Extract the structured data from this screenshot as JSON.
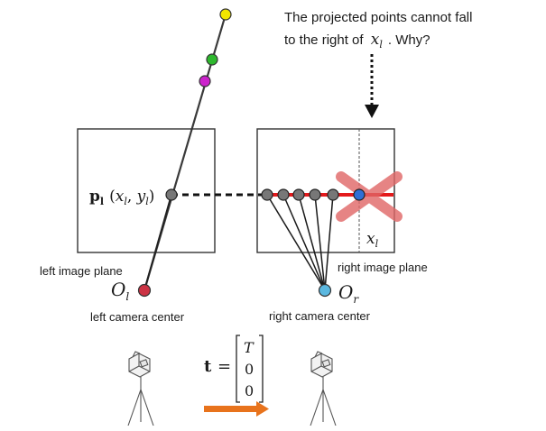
{
  "question": {
    "line1": "The projected points cannot fall",
    "line2_prefix": "to the right of ",
    "line2_math": "x",
    "line2_math_sub": "l",
    "line2_suffix": ". Why?"
  },
  "left_plane": {
    "label": "left image plane",
    "point_bold": "p",
    "point_bold_sub": "l",
    "point_coords_open": "(",
    "point_x": "x",
    "point_x_sub": "l",
    "point_sep": ", ",
    "point_y": "y",
    "point_y_sub": "l",
    "point_coords_close": ")"
  },
  "right_plane": {
    "label": "right image plane",
    "bound_label": "x",
    "bound_label_sub": "l"
  },
  "left_center": {
    "symbol": "O",
    "symbol_sub": "l",
    "label": "left camera center"
  },
  "right_center": {
    "symbol": "O",
    "symbol_sub": "r",
    "label": "right camera center"
  },
  "translation": {
    "vector_name": "t",
    "equals": "=",
    "components": [
      "T",
      "0",
      "0"
    ]
  },
  "colors": {
    "ray_line": "#3a3a3a",
    "epipolar_line": "#e41a1c",
    "forbidden_cross": "#e06666",
    "arrow": "#e8731c",
    "point_yellow": "#f2e600",
    "point_green": "#2eb82e",
    "point_magenta": "#cc22cc",
    "point_gray": "#777777",
    "point_blue": "#2f6fd6",
    "left_center_fill": "#cc3344",
    "right_center_fill": "#5bb8e0"
  },
  "icons": [
    "camera-icon",
    "tripod-icon",
    "cross-icon",
    "dotted-arrow-icon"
  ]
}
